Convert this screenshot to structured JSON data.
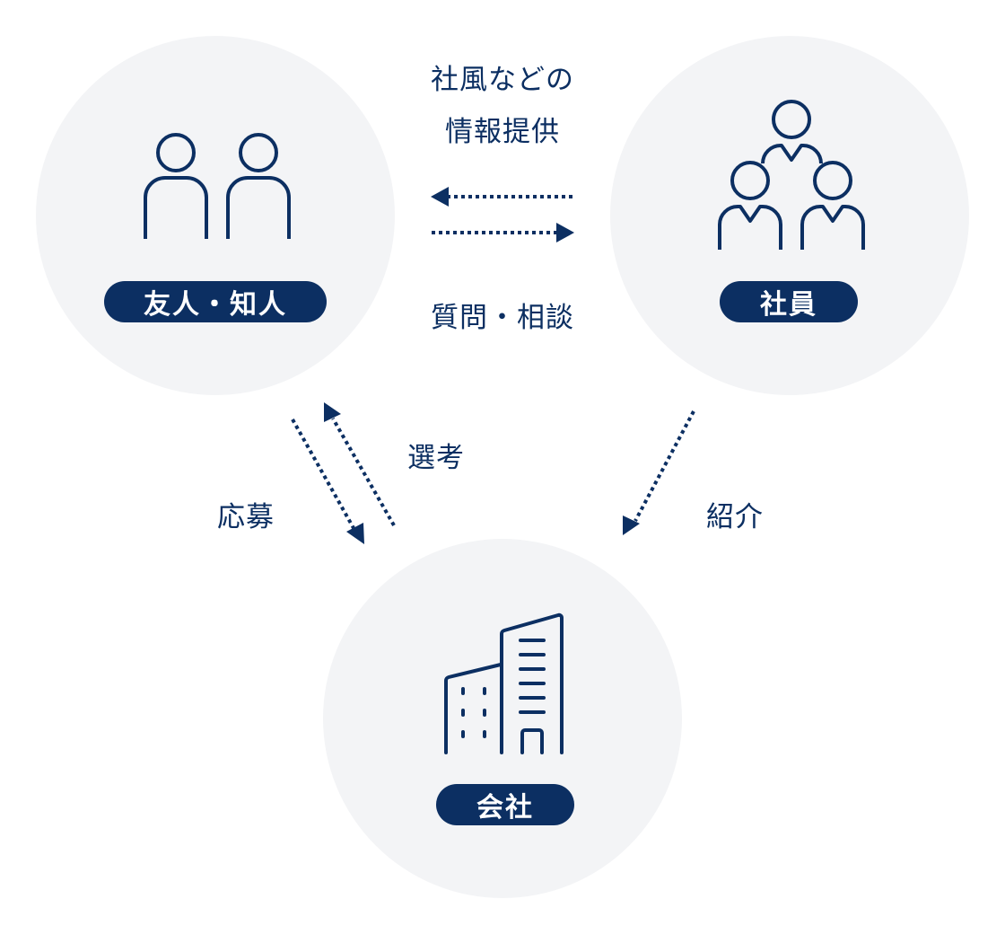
{
  "colors": {
    "primary": "#0c2f62",
    "circle_bg": "#f3f4f6",
    "background": "#ffffff",
    "pill_text": "#ffffff"
  },
  "nodes": {
    "friends": {
      "label": "友人・知人",
      "icon": "two-people-icon"
    },
    "employees": {
      "label": "社員",
      "icon": "group-of-three-people-icon"
    },
    "company": {
      "label": "会社",
      "icon": "office-buildings-icon"
    }
  },
  "edges": {
    "info": {
      "line1": "社風などの",
      "line2": "情報提供",
      "direction": "employees → friends"
    },
    "question": {
      "label": "質問・相談",
      "direction": "friends → employees"
    },
    "apply": {
      "label": "応募",
      "direction": "friends → company"
    },
    "selection": {
      "label": "選考",
      "direction": "company → friends"
    },
    "referral": {
      "label": "紹介",
      "direction": "employees → company"
    }
  }
}
